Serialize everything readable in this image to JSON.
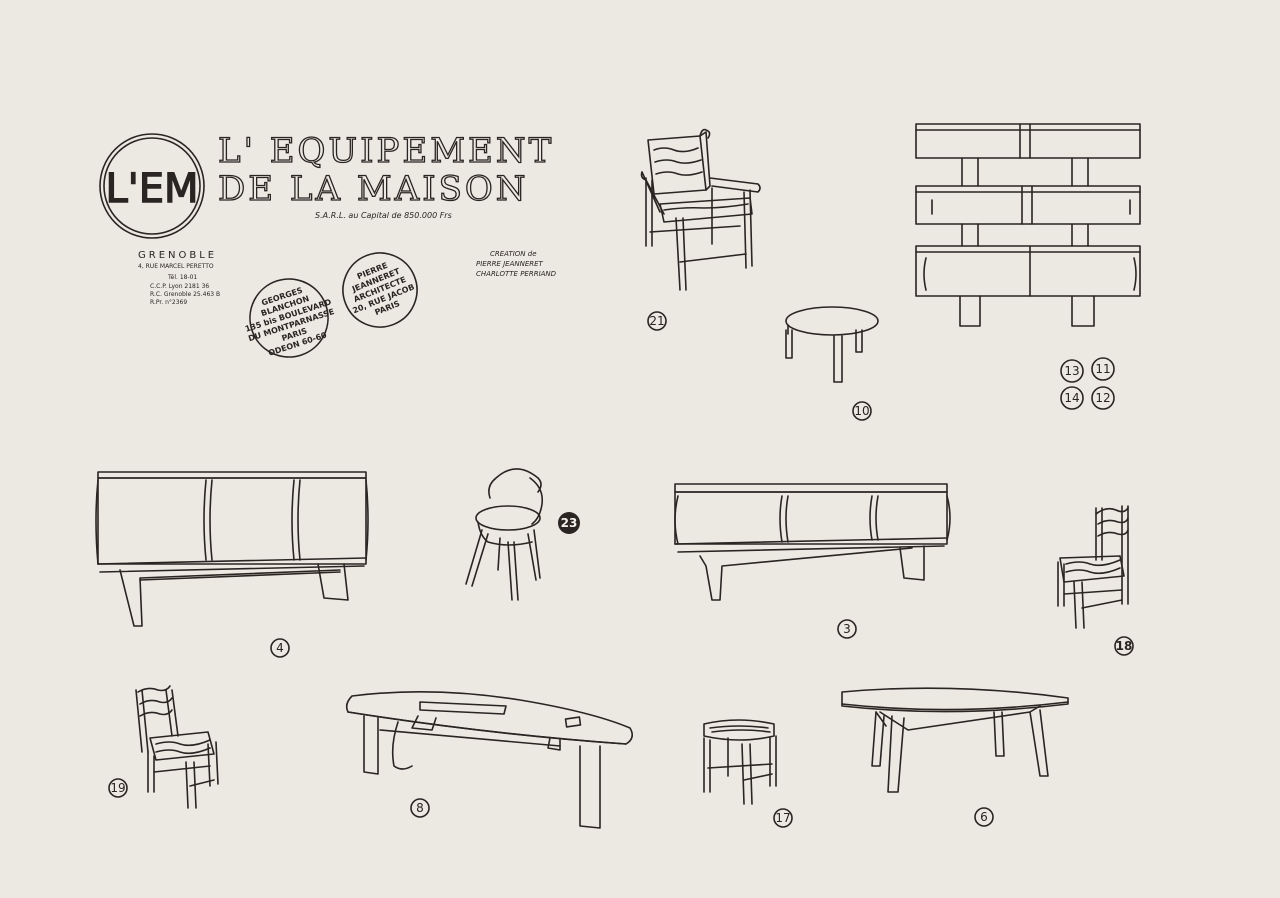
{
  "logo": {
    "monogram": "L'EM"
  },
  "header": {
    "title_line1": "L' EQUIPEMENT",
    "title_line2": "DE LA MAISON",
    "capital": "S.A.R.L. au Capital de 850.000 Frs",
    "city": "GRENOBLE",
    "address": "4, RUE MARCEL PERETTO",
    "tel": "Tél. 18-01",
    "ccp": "C.C.P. Lyon 2181 36",
    "rc": "R.C. Grenoble 25.463 B",
    "rp": "R.Pr. n°2369"
  },
  "creation": {
    "label": "CREATION de",
    "designer1": "PIERRE JEANNERET",
    "designer2": "CHARLOTTE PERRIAND"
  },
  "stamps": {
    "blanchon": [
      "GEORGES",
      "BLANCHON",
      "135 bis BOULEVARD",
      "DU MONTPARNASSE",
      "PARIS",
      "ODEON 60-60"
    ],
    "jeanneret": [
      "PIERRE",
      "JEANNERET",
      "ARCHITECTE",
      "20, RUE JACOB",
      "PARIS"
    ]
  },
  "items": {
    "armchair": "21",
    "low_table": "10",
    "bookcase": [
      "13",
      "11",
      "14",
      "12"
    ],
    "sideboard_4": "4",
    "bentwood_chair": "23",
    "sideboard_3": "3",
    "straw_chair_18": "18",
    "straw_chair_19": "19",
    "desk": "8",
    "stool": "17",
    "table": "6"
  }
}
